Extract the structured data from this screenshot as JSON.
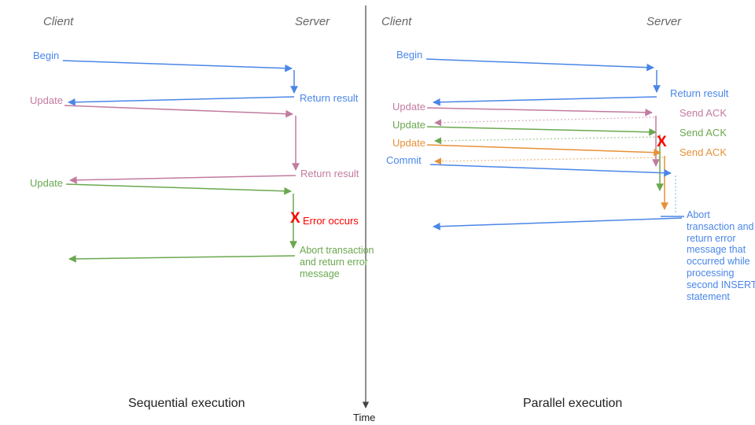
{
  "colors": {
    "blue": "#4A86E8",
    "pink": "#C27BA0",
    "green": "#6AA84F",
    "orange": "#E69138",
    "red": "#FF0000",
    "header_gray": "#666666",
    "caption_black": "#222222",
    "timeline_gray": "#444444"
  },
  "timeline": {
    "label": "Time"
  },
  "left": {
    "caption": "Sequential execution",
    "client": "Client",
    "server": "Server",
    "begin": "Begin",
    "return_result_1": "Return result",
    "update_1": "Update",
    "return_result_2": "Return result",
    "update_2": "Update",
    "error_mark": "X",
    "error_label": "Error occurs",
    "abort_note": "Abort transaction and return error message"
  },
  "right": {
    "caption": "Parallel execution",
    "client": "Client",
    "server": "Server",
    "begin": "Begin",
    "return_result": "Return result",
    "update_1": "Update",
    "send_ack_1": "Send ACK",
    "update_2": "Update",
    "send_ack_2": "Send ACK",
    "update_3": "Update",
    "send_ack_3": "Send ACK",
    "commit": "Commit",
    "error_mark": "X",
    "abort_note": "Abort transaction and return error message that occurred while processing second INSERT statement"
  }
}
